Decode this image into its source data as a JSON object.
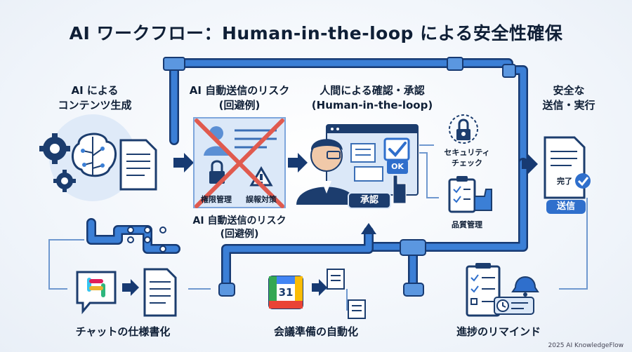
{
  "title": "AI ワークフロー：Human-in-the-loop による安全性確保",
  "sections": {
    "generation": {
      "line1": "AI による",
      "line2": "コンテンツ生成"
    },
    "risk_top": {
      "line1": "AI 自動送信のリスク",
      "line2": "(回避例)"
    },
    "risk_bottom": {
      "line1": "AI 自動送信のリスク",
      "line2": "(回避例)"
    },
    "human": {
      "line1": "人間による確認・承認",
      "line2": "(Human-in-the-loop)"
    },
    "safe": {
      "line1": "安全な",
      "line2": "送信・実行"
    }
  },
  "risk_items": {
    "permission": "権限管理",
    "misinfo": "誤報対策"
  },
  "checks": {
    "security_line1": "セキュリティ",
    "security_line2": "チェック",
    "quality": "品質管理"
  },
  "buttons": {
    "ok": "OK",
    "approve": "承認",
    "done": "完了",
    "send": "送信"
  },
  "calendar_day": "31",
  "bottom": {
    "chat": "チャットの仕様書化",
    "meeting": "会議準備の自動化",
    "remind": "進捗のリマインド"
  },
  "credit": "2025 AI KnowledgeFlow",
  "colors": {
    "pipe": "#2f6fcc",
    "pipe_dark": "#173a72",
    "navy": "#1c3d6e",
    "light": "#dbe8f8",
    "red": "#e05a4e"
  }
}
